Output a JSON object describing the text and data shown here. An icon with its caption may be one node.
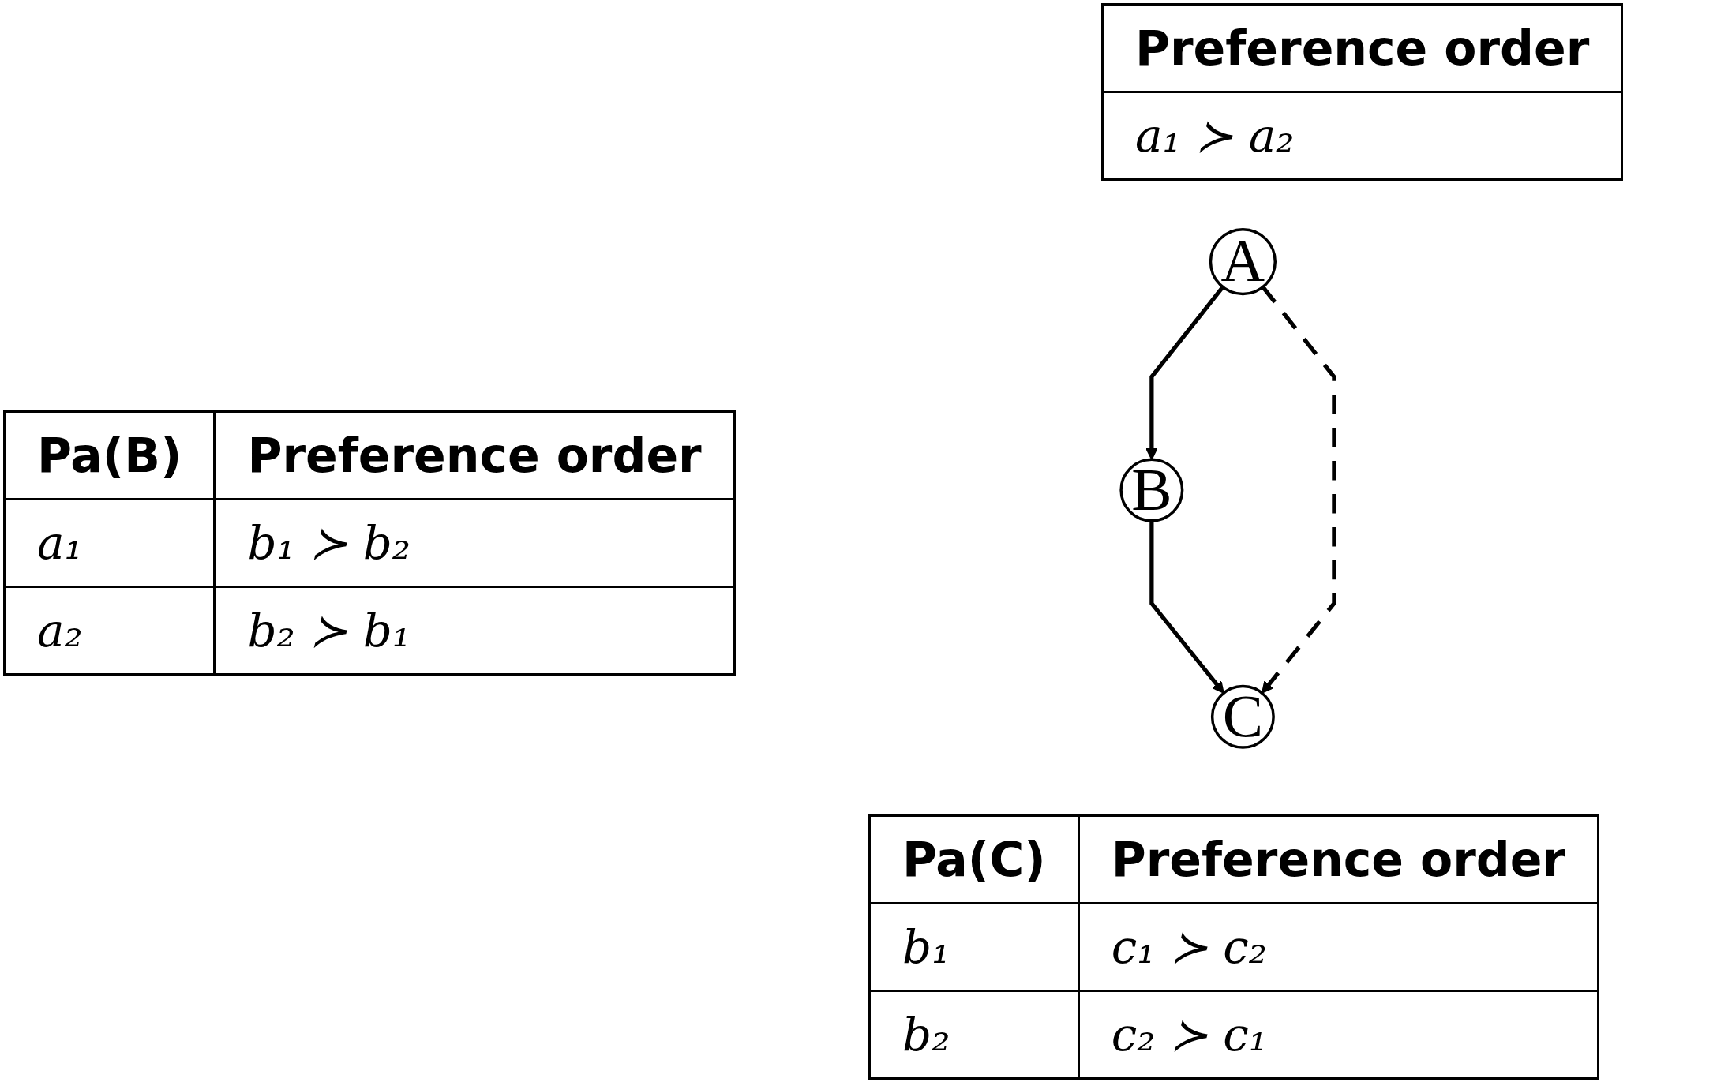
{
  "diagram": {
    "nodes": [
      {
        "text": [
          "A"
        ]
      },
      {
        "text": [
          "B"
        ]
      },
      {
        "text": [
          "C"
        ]
      }
    ],
    "edges": [
      {
        "from": 0,
        "to": 1,
        "arrow": "to"
      },
      {
        "from": 1,
        "to": 2,
        "arrow": "to"
      },
      {
        "from": 0,
        "to": 2,
        "arrow": "to",
        "style": "dashed"
      }
    ],
    "labels": [
      "Preference order",
      "a₁ ≻ a₂",
      "Pa(B)",
      "Preference order",
      "a₁",
      "b₁ ≻ b₂",
      "a₂",
      "b₂ ≻ b₁",
      "Pa(C)",
      "Preference order",
      "b₁",
      "c₁ ≻ c₂",
      "b₂",
      "c₂ ≻ c₁"
    ]
  }
}
